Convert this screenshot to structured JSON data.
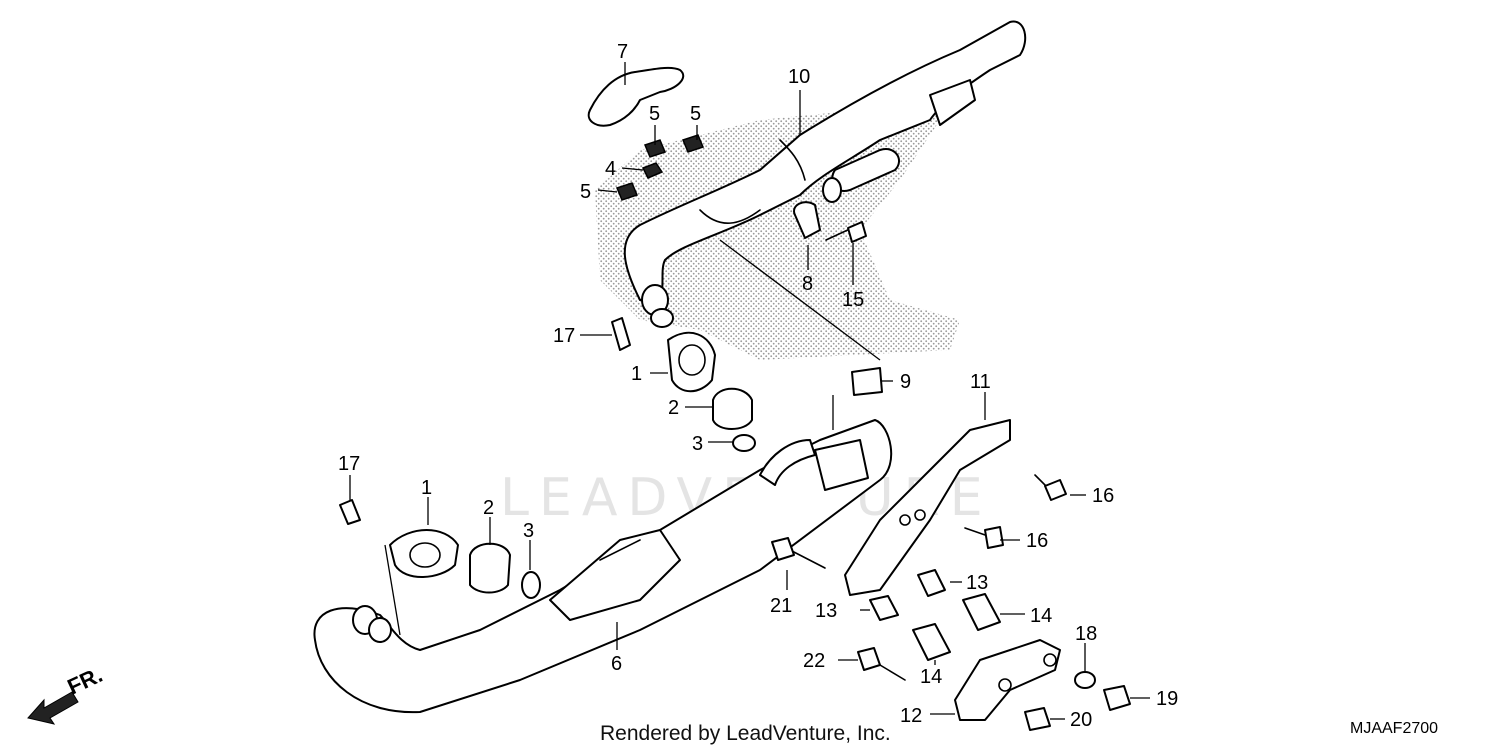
{
  "watermark": "LEADVENTURE",
  "footer": {
    "credit": "Rendered by LeadVenture, Inc.",
    "diagram_code": "MJAAF2700"
  },
  "direction_indicator": {
    "label": "FR.",
    "icon": "front-direction-arrow-icon"
  },
  "callouts": {
    "c1a": "1",
    "c1b": "1",
    "c2a": "2",
    "c2b": "2",
    "c3a": "3",
    "c3b": "3",
    "c4": "4",
    "c5a": "5",
    "c5b": "5",
    "c5c": "5",
    "c6": "6",
    "c7": "7",
    "c8": "8",
    "c9": "9",
    "c10": "10",
    "c11": "11",
    "c12": "12",
    "c13a": "13",
    "c13b": "13",
    "c14a": "14",
    "c14b": "14",
    "c15": "15",
    "c16a": "16",
    "c16b": "16",
    "c17a": "17",
    "c17b": "17",
    "c18": "18",
    "c19": "19",
    "c20": "20",
    "c21": "21",
    "c22": "22"
  }
}
